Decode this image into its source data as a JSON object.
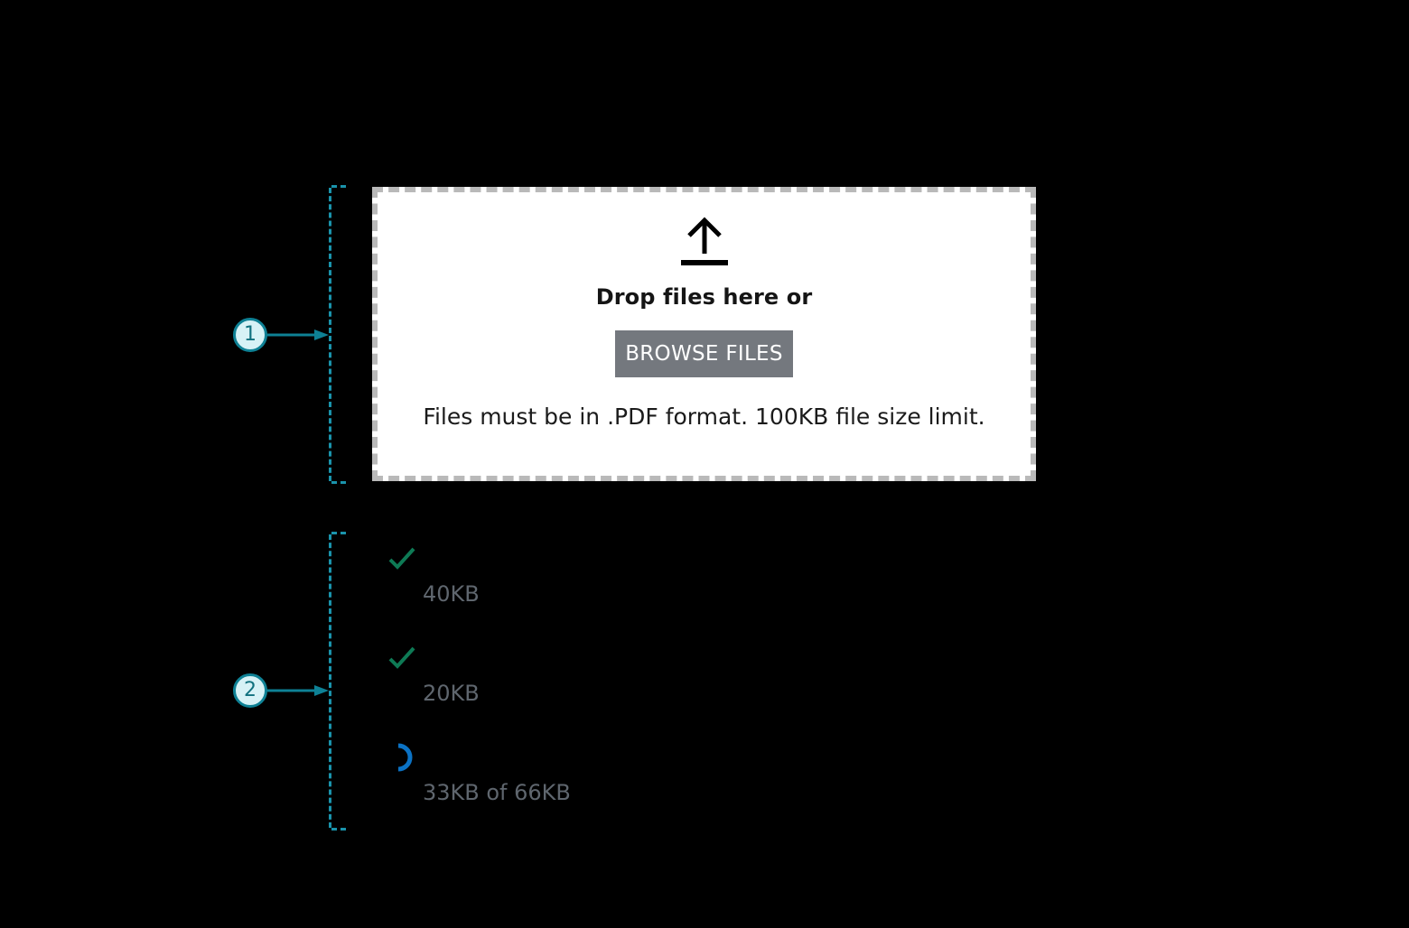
{
  "dropzone": {
    "icon": "upload-arrow-icon",
    "title": "Drop files here or",
    "browse_label": "BROWSE FILES",
    "hint": "Files must be in .PDF format. 100KB file size limit.",
    "border_color": "#b9b9b9",
    "background": "#ffffff",
    "button_color": "#74787e"
  },
  "file_list": {
    "files": [
      {
        "name": "",
        "meta": "40KB",
        "status": "complete",
        "status_icon": "check-icon"
      },
      {
        "name": "",
        "meta": "20KB",
        "status": "complete",
        "status_icon": "check-icon"
      },
      {
        "name": "",
        "meta": "33KB of 66KB",
        "status": "uploading",
        "status_icon": "spinner-icon"
      }
    ],
    "success_color": "#0e7a55",
    "progress_color": "#0b72c4",
    "meta_color": "#5f666e"
  },
  "annotations": {
    "accent_color": "#0e8195",
    "fill_color": "#d7f2f6",
    "markers": [
      {
        "number": "1",
        "target": "dropzone"
      },
      {
        "number": "2",
        "target": "file-list"
      }
    ]
  }
}
